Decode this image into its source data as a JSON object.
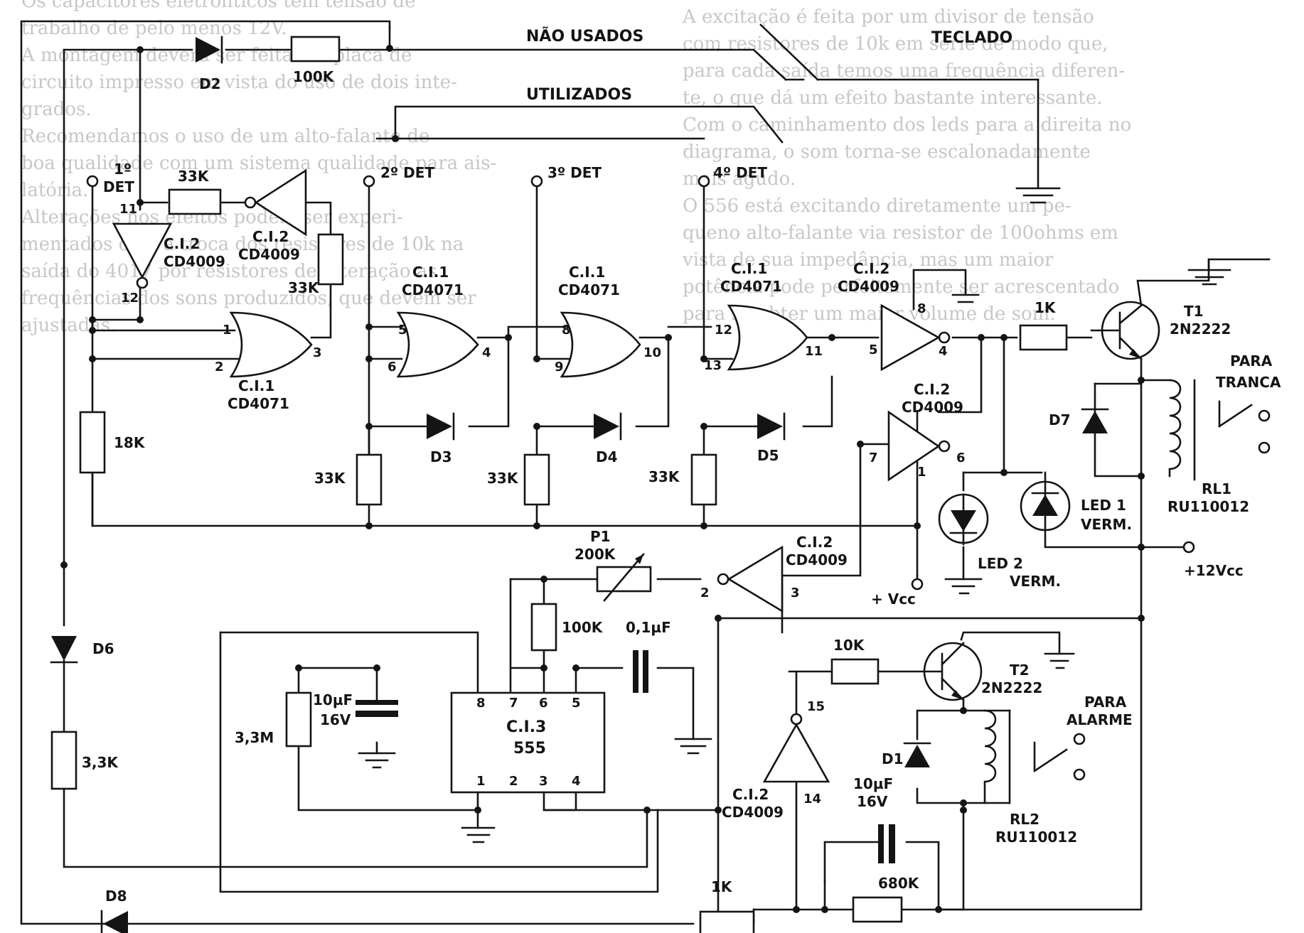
{
  "background_text": [
    "Os capacitores eletrolíticos tem tensão de",
    "trabalho de pelo menos 12V.",
    "A montagem deverá ser feita em placa de",
    "circuito impresso em vista do uso de dois inte-",
    "grados.",
    "Recomendamos o uso de um alto-falante de",
    "boa qualidade com um sistema qualidade para ais-",
    "latória.",
    "Alterações nos efeitos podem ser experi-",
    "mentados com a troca dos resistores de 10k na",
    "saída do 4017 por resistores de alteração as",
    "frequências dos sons produzidos, que devem ser",
    "ajustadas.",
    "A excitação é feita por um divisor de tensão",
    "com resistores de 10k em série de modo que,",
    "para cada saída temos uma frequência diferen-",
    "te, o que dá um efeito bastante interessante.",
    "Com o caminhamento dos leds para a direita no",
    "diagrama, o som torna-se escalonadamente",
    "mais agudo.",
    "O 556 está excitando diretamente um pe-",
    "queno alto-falante via resistor de 100ohms em",
    "vista de sua impedância, mas um maior",
    "potência pode perfeitamente ser acrescentado",
    "para se obter um maior volume de som."
  ],
  "labels": {
    "nao_usados": "NÃO USADOS",
    "utilizados": "UTILIZADOS",
    "teclado": "TECLADO",
    "r_100k_top": "100K",
    "d2": "D2",
    "det1_a": "1º",
    "det1_b": "DET",
    "r_33k_fb": "33K",
    "ci2_a": "C.I.2",
    "cd4009_a": "CD4009",
    "ci2_b": "C.I.2",
    "cd4009_b": "CD4009",
    "pin11": "11",
    "pin12": "12",
    "r_33k_b": "33K",
    "det2": "2º DET",
    "det3": "3º DET",
    "det4": "4º DET",
    "ci1_a": "C.I.1",
    "cd4071_a": "CD4071",
    "ci1_b": "C.I.1",
    "cd4071_b": "CD4071",
    "ci1_c": "C.I.1",
    "cd4071_c": "CD4071",
    "ci1_d": "C.I.1",
    "cd4071_d": "CD4071",
    "ci2_c": "C.I.2",
    "cd4009_c": "CD4009",
    "ci2_d": "C.I.2",
    "cd4009_d": "CD4009",
    "p1": "1",
    "p2": "2",
    "p3": "3",
    "p5": "5",
    "p6": "6",
    "p4": "4",
    "p8": "8",
    "p9": "9",
    "p10": "10",
    "p12": "12",
    "p13": "13",
    "p11": "11",
    "inv_p8": "8",
    "inv_p5": "5",
    "inv_p4": "4",
    "inv_p7": "7",
    "inv_p1": "1",
    "inv_p6": "6",
    "r_18k": "18K",
    "r_33k_1": "33K",
    "r_33k_2": "33K",
    "r_33k_3": "33K",
    "d3": "D3",
    "d4": "D4",
    "d5": "D5",
    "r_1k_t1": "1K",
    "t1": "T1",
    "t1_type": "2N2222",
    "para_tranca_a": "PARA",
    "para_tranca_b": "TRANCA",
    "d7": "D7",
    "rl1": "RL1",
    "rl1_type": "RU110012",
    "led1": "LED 1",
    "led1_color": "VERM.",
    "led2": "LED 2",
    "led2_color": "VERM.",
    "vcc12": "+12Vcc",
    "vcc": "+ Vcc",
    "p1_pot": "P1",
    "p1_val": "200K",
    "ci2_e": "C.I.2",
    "cd4009_e": "CD4009",
    "inv_p2": "2",
    "inv_p3": "3",
    "r_100k_555": "100K",
    "c_01": "0,1µF",
    "d6": "D6",
    "c_10u_a": "10µF",
    "c_16v_a": "16V",
    "r_33m": "3,3M",
    "r_33k_d6": "3,3K",
    "ci3": "C.I.3",
    "ic555": "555",
    "p555_8": "8",
    "p555_7": "7",
    "p555_6": "6",
    "p555_5": "5",
    "p555_1": "1",
    "p555_2": "2",
    "p555_3": "3",
    "p555_4": "4",
    "r_10k": "10K",
    "t2": "T2",
    "t2_type": "2N2222",
    "para_alarme_a": "PARA",
    "para_alarme_b": "ALARME",
    "d1": "D1",
    "rl2": "RL2",
    "rl2_type": "RU110012",
    "inv_p15": "15",
    "inv_p14": "14",
    "ci2_f": "C.I.2",
    "cd4009_f": "CD4009",
    "c_10u_b": "10µF",
    "c_16v_b": "16V",
    "r_680k": "680K",
    "r_1k_bot": "1K",
    "d8": "D8"
  }
}
